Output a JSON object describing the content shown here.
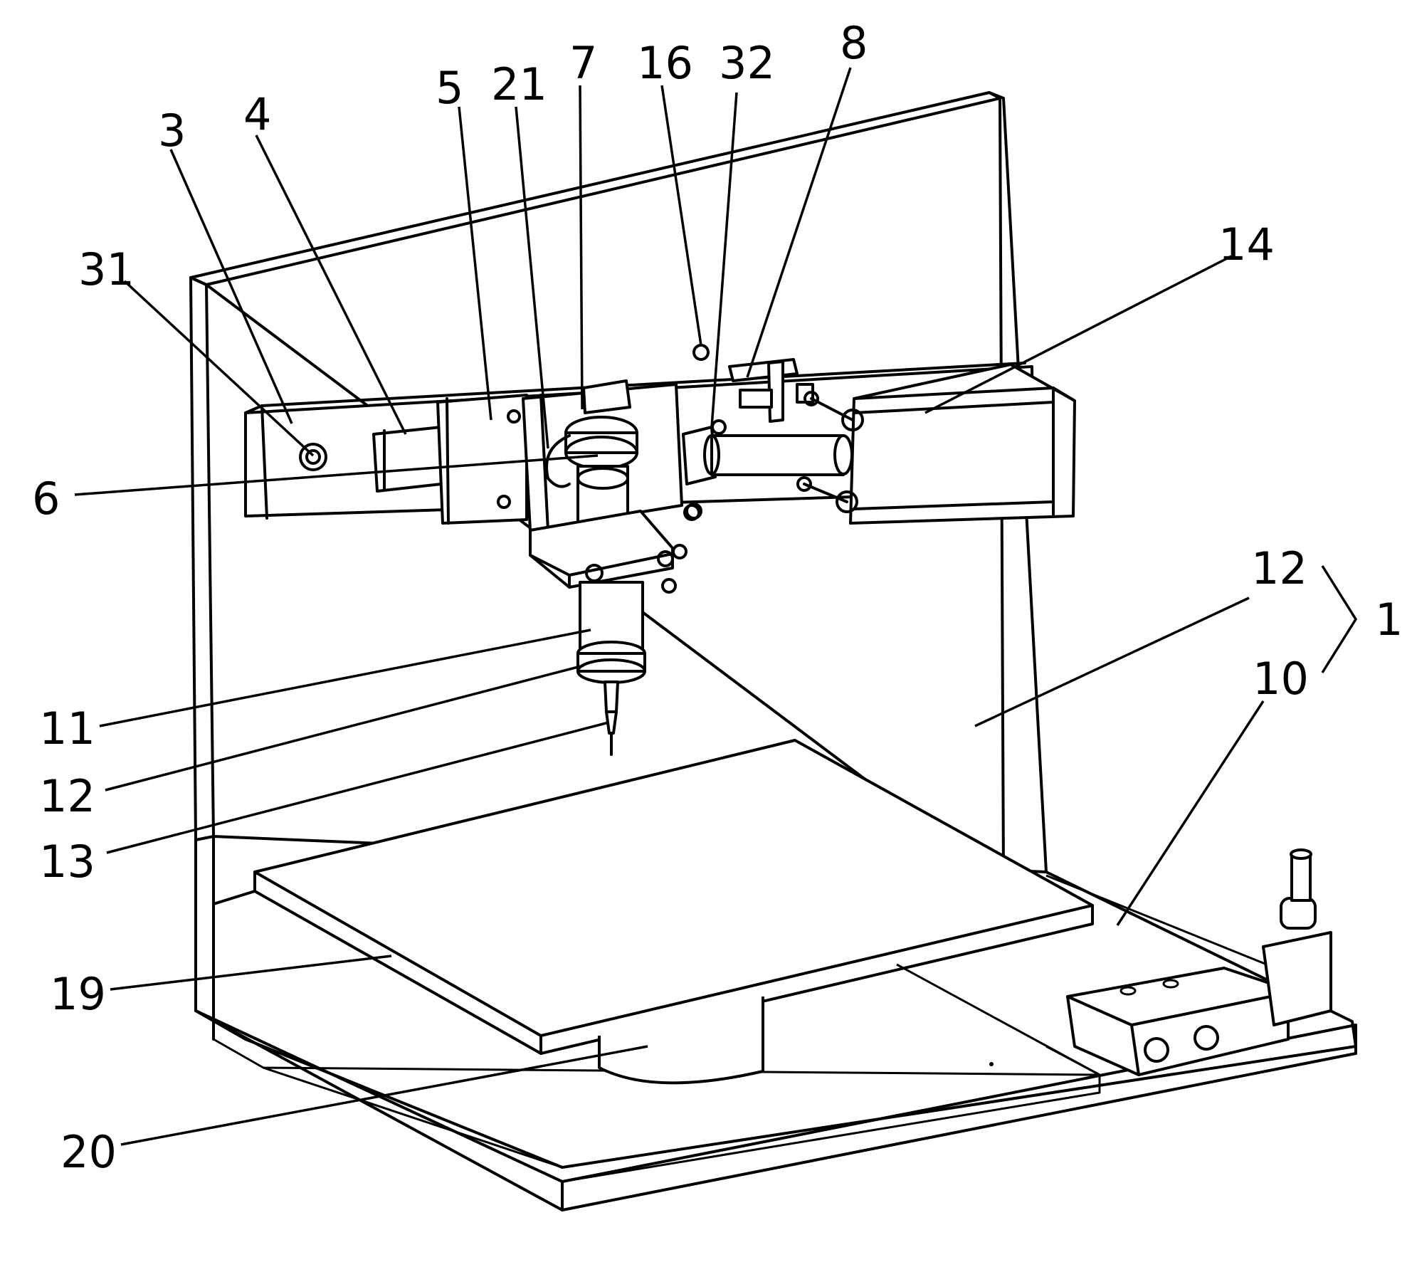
{
  "labels": {
    "l31": "31",
    "l3": "3",
    "l4": "4",
    "l5": "5",
    "l21": "21",
    "l7": "7",
    "l16": "16",
    "l32": "32",
    "l8": "8",
    "l14": "14",
    "l6": "6",
    "l12_top": "12",
    "l1": "1",
    "l10": "10",
    "l11": "11",
    "l12_left": "12",
    "l13": "13",
    "l19": "19",
    "l20": "20"
  }
}
